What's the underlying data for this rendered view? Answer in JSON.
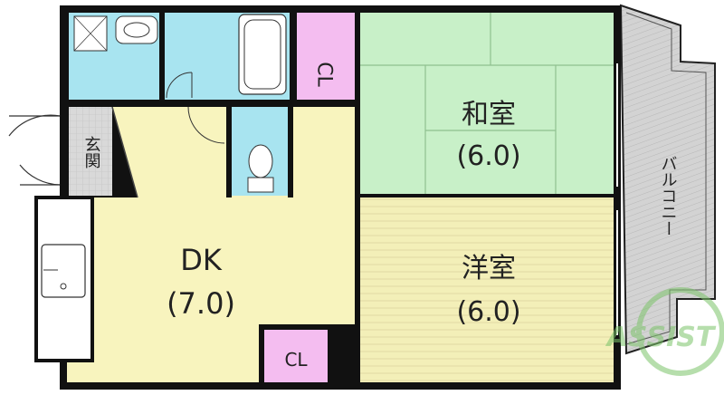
{
  "rooms": {
    "washitsu": {
      "name": "和室",
      "size": "(6.0)"
    },
    "youshitsu": {
      "name": "洋室",
      "size": "(6.0)"
    },
    "dk": {
      "name": "DK",
      "size": "(7.0)"
    },
    "genkan": {
      "name": "玄関"
    },
    "cl_top": {
      "name": "CL"
    },
    "cl_bottom": {
      "name": "CL"
    },
    "balcony": {
      "name": "バルコニー"
    }
  },
  "watermark": {
    "text": "ASSIST"
  },
  "colors": {
    "tatami": "#c8f0c8",
    "youshitsu": "#f3efb8",
    "dk": "#f8f4be",
    "bath": "#a8e4f0",
    "closet": "#f4bdf0",
    "genkan": "#d2d2d2",
    "balcony": "#cfcfcf",
    "wall": "#111111"
  }
}
